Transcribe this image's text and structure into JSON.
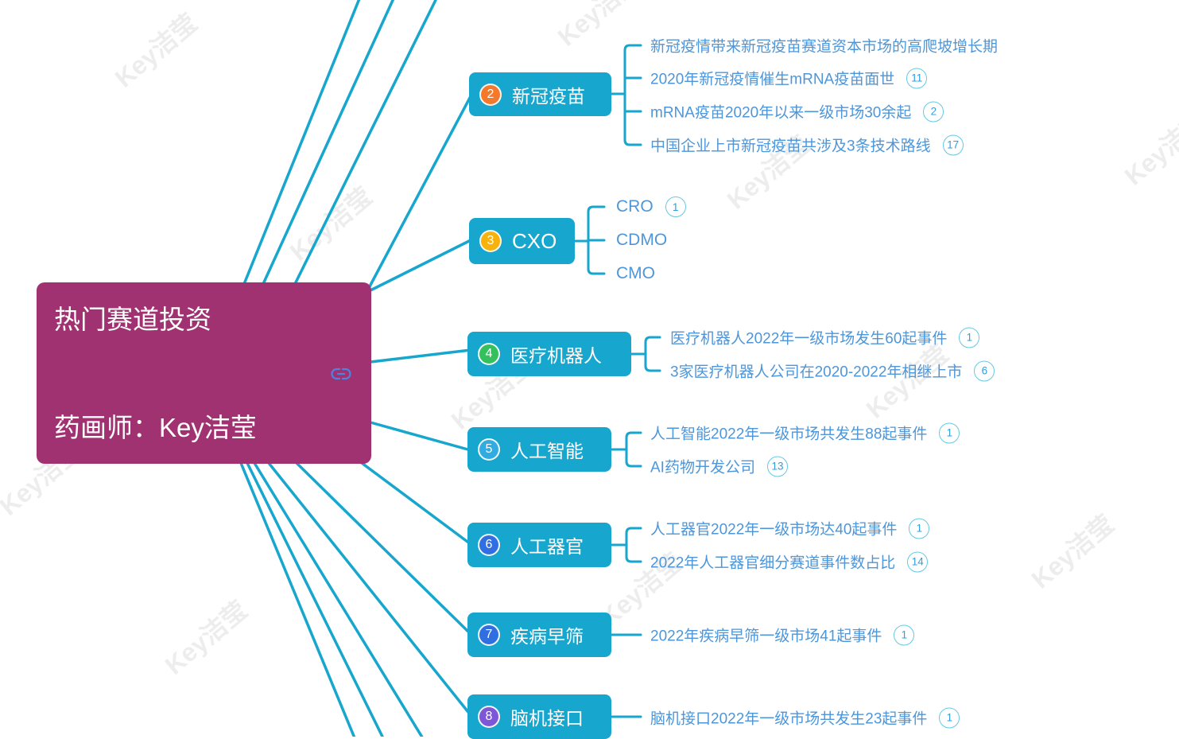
{
  "central": {
    "line1": "热门赛道投资",
    "line2": "药画师：Key洁莹"
  },
  "watermark": {
    "text": "Key洁莹",
    "color": "#ededed"
  },
  "colors": {
    "central_bg": "#A13271",
    "topic_bg": "#17A6CE",
    "connector": "#17A6CE",
    "subtopic_text": "#4E96D8",
    "badge_border": "#66C9E2",
    "badge_text": "#2E9FDB"
  },
  "topics": [
    {
      "number": "2",
      "label": "新冠疫苗",
      "number_color": "#F4792B",
      "children": [
        {
          "text": "新冠疫情带来新冠疫苗赛道资本市场的高爬坡增长期",
          "badge": ""
        },
        {
          "text": "2020年新冠疫情催生mRNA疫苗面世",
          "badge": "11"
        },
        {
          "text": "mRNA疫苗2020年以来一级市场30余起",
          "badge": "2"
        },
        {
          "text": "中国企业上市新冠疫苗共涉及3条技术路线",
          "badge": "17"
        }
      ]
    },
    {
      "number": "3",
      "label": "CXO",
      "number_color": "#F7B30A",
      "children": [
        {
          "text": "CRO",
          "badge": "1"
        },
        {
          "text": "CDMO",
          "badge": ""
        },
        {
          "text": "CMO",
          "badge": ""
        }
      ]
    },
    {
      "number": "4",
      "label": "医疗机器人",
      "number_color": "#35C05E",
      "children": [
        {
          "text": "医疗机器人2022年一级市场发生60起事件",
          "badge": "1"
        },
        {
          "text": "3家医疗机器人公司在2020-2022年相继上市",
          "badge": "6"
        }
      ]
    },
    {
      "number": "5",
      "label": "人工智能",
      "number_color": "#31ACE3",
      "children": [
        {
          "text": "人工智能2022年一级市场共发生88起事件",
          "badge": "1"
        },
        {
          "text": "AI药物开发公司",
          "badge": "13"
        }
      ]
    },
    {
      "number": "6",
      "label": "人工器官",
      "number_color": "#2F6FE2",
      "children": [
        {
          "text": "人工器官2022年一级市场达40起事件",
          "badge": "1"
        },
        {
          "text": "2022年人工器官细分赛道事件数占比",
          "badge": "14"
        }
      ]
    },
    {
      "number": "7",
      "label": "疾病早筛",
      "number_color": "#2F6FE2",
      "children": [
        {
          "text": "2022年疾病早筛一级市场41起事件",
          "badge": "1"
        }
      ]
    },
    {
      "number": "8",
      "label": "脑机接口",
      "number_color": "#7E57D9",
      "children": [
        {
          "text": "脑机接口2022年一级市场共发生23起事件",
          "badge": "1"
        }
      ]
    }
  ]
}
